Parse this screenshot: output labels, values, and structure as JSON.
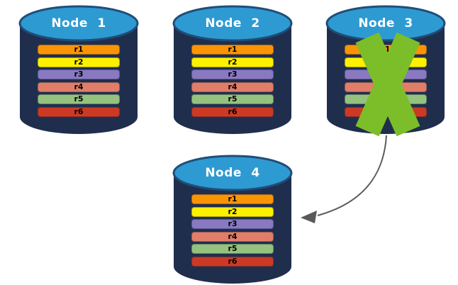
{
  "colors": {
    "cylinder_body": "#202E4E",
    "cylinder_top": "#2E9AD2",
    "cylinder_top_border": "#1F4E79",
    "failure_x": "#7CBE29",
    "arrow": "#595959",
    "row_text": "#000000",
    "title_text": "#FFFFFF"
  },
  "rows": [
    {
      "label": "r1",
      "color": "#FB9405"
    },
    {
      "label": "r2",
      "color": "#FDF000"
    },
    {
      "label": "r3",
      "color": "#8879C1"
    },
    {
      "label": "r4",
      "color": "#E07E69"
    },
    {
      "label": "r5",
      "color": "#95C27E"
    },
    {
      "label": "r6",
      "color": "#CC3A24"
    }
  ],
  "nodes": [
    {
      "title": "Node 1",
      "failed": false
    },
    {
      "title": "Node 2",
      "failed": false
    },
    {
      "title": "Node 3",
      "failed": true
    },
    {
      "title": "Node 4",
      "failed": false
    }
  ]
}
